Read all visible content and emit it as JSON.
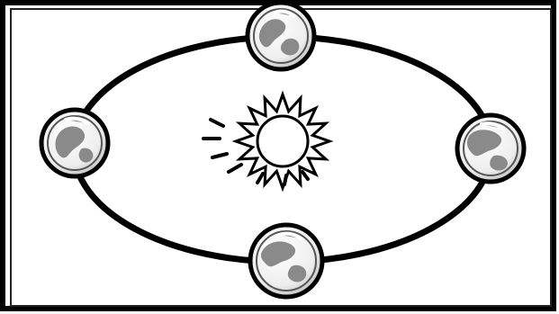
{
  "diagram": {
    "center": {
      "icon": "sun-icon"
    },
    "bodies": [
      {
        "icon": "earth-icon",
        "position": "top"
      },
      {
        "icon": "earth-icon",
        "position": "right"
      },
      {
        "icon": "earth-icon",
        "position": "bottom"
      },
      {
        "icon": "earth-icon",
        "position": "left"
      }
    ],
    "colors": {
      "frame": "#000000",
      "orbit": "#000000",
      "globe_fill": "#f4f4f4",
      "land": "#8a8a8a",
      "ring": "#1a1a1a",
      "background": "#ffffff"
    }
  }
}
